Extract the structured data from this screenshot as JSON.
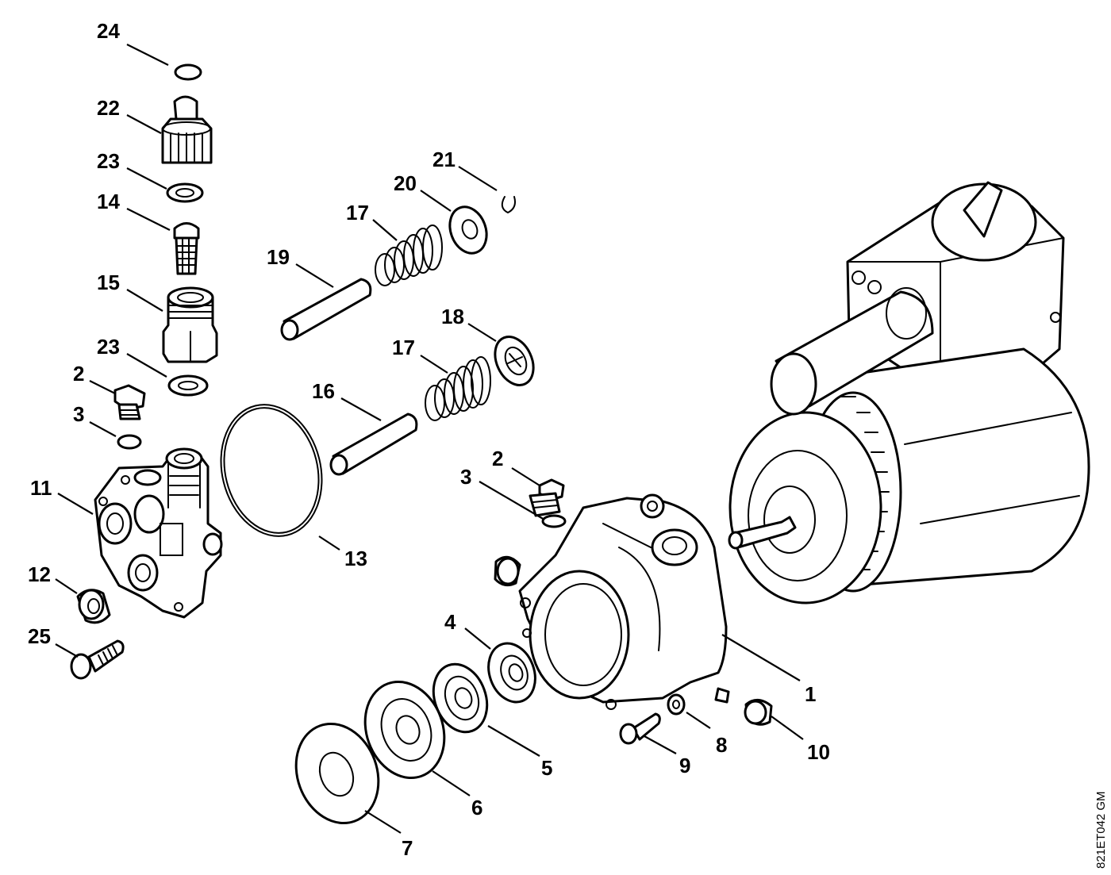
{
  "diagram": {
    "code": "821ET042 GM",
    "callouts": [
      "1",
      "2",
      "3",
      "4",
      "5",
      "6",
      "7",
      "8",
      "9",
      "10",
      "11",
      "12",
      "13",
      "14",
      "15",
      "16",
      "17",
      "18",
      "19",
      "20",
      "21",
      "22",
      "23",
      "24",
      "25"
    ]
  }
}
